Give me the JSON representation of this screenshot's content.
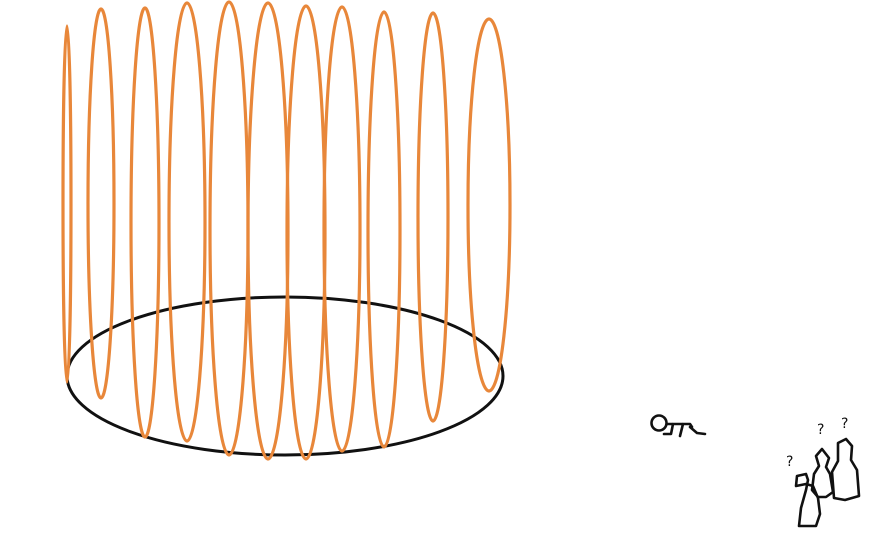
{
  "drawing": {
    "colors": {
      "coil": "#e8873a",
      "ink": "#111111",
      "background": "#ffffff"
    },
    "loop_count": 11,
    "figures": {
      "lying_figure": "stick-figure-lying",
      "group": "three-figures",
      "question_mark": "?"
    }
  }
}
